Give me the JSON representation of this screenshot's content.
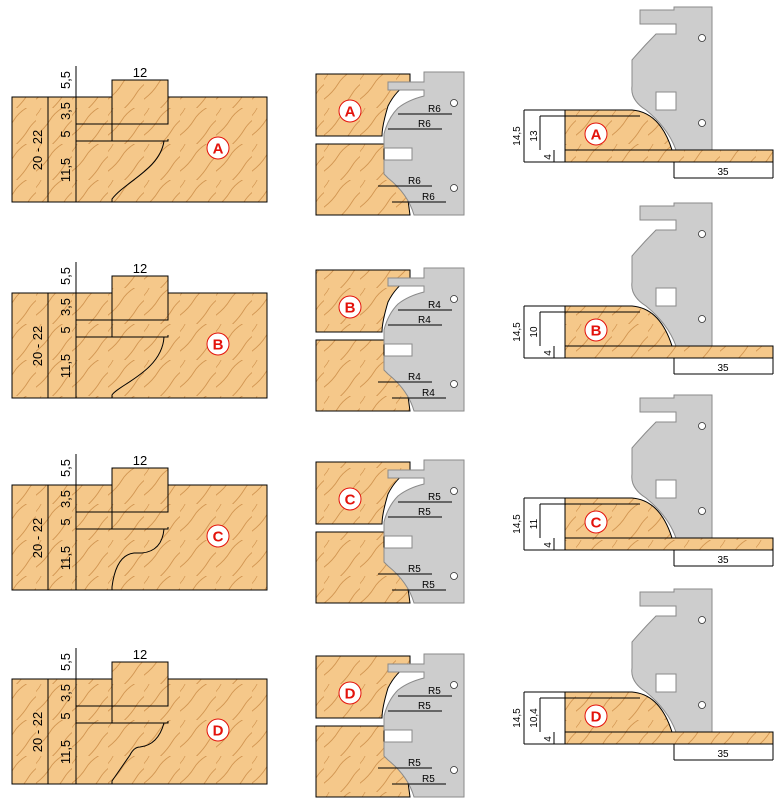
{
  "colors": {
    "wood": "#f5c88a",
    "grain": "#d29652",
    "steel": "#cdcdcd",
    "steel_stroke": "#8a8a8a",
    "badge_fill": "#ffffff",
    "badge_text": "#e3120b"
  },
  "rows": [
    {
      "letter": "A",
      "left": {
        "width": "12",
        "thickness": "20 - 22",
        "top": "5,5",
        "upper": "3,5",
        "middle": "5",
        "lower": "11,5"
      },
      "mid": {
        "radii": [
          "R6",
          "R6",
          "R6",
          "R6"
        ]
      },
      "right": {
        "overall": "14,5",
        "profile": "13",
        "base": "4",
        "length": "35"
      }
    },
    {
      "letter": "B",
      "left": {
        "width": "12",
        "thickness": "20 - 22",
        "top": "5,5",
        "upper": "3,5",
        "middle": "5",
        "lower": "11,5"
      },
      "mid": {
        "radii": [
          "R4",
          "R4",
          "R4",
          "R4"
        ]
      },
      "right": {
        "overall": "14,5",
        "profile": "10",
        "base": "4",
        "length": "35"
      }
    },
    {
      "letter": "C",
      "left": {
        "width": "12",
        "thickness": "20 - 22",
        "top": "5,5",
        "upper": "3,5",
        "middle": "5",
        "lower": "11,5"
      },
      "mid": {
        "radii": [
          "R5",
          "R5",
          "R5",
          "R5"
        ]
      },
      "right": {
        "overall": "14,5",
        "profile": "11",
        "base": "4",
        "length": "35"
      }
    },
    {
      "letter": "D",
      "left": {
        "width": "12",
        "thickness": "20 - 22",
        "top": "5,5",
        "upper": "3,5",
        "middle": "5",
        "lower": "11,5"
      },
      "mid": {
        "radii": [
          "R5",
          "R5",
          "R5",
          "R5"
        ]
      },
      "right": {
        "overall": "14,5",
        "profile": "10,4",
        "base": "4",
        "length": "35"
      }
    }
  ]
}
